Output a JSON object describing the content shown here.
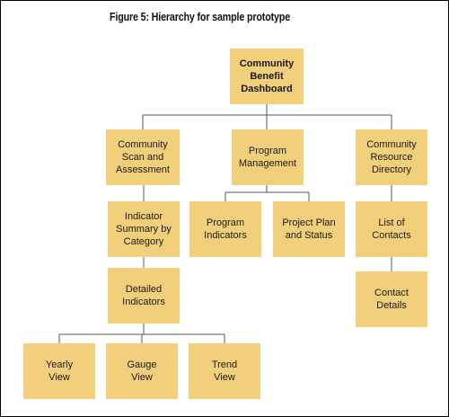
{
  "figure_caption": "Figure 5: Hierarchy for sample prototype",
  "colors": {
    "box_fill": "#f2cf7a",
    "line": "#555555",
    "text": "#1a1a1a"
  },
  "nodes": {
    "root": {
      "lines": [
        "Community",
        "Benefit",
        "Dashboard"
      ]
    },
    "scan": {
      "lines": [
        "Community",
        "Scan and",
        "Assessment"
      ]
    },
    "program": {
      "lines": [
        "Program",
        "Management"
      ]
    },
    "directory": {
      "lines": [
        "Community",
        "Resource",
        "Directory"
      ]
    },
    "indicator_summary": {
      "lines": [
        "Indicator",
        "Summary by",
        "Category"
      ]
    },
    "program_indicators": {
      "lines": [
        "Program",
        "Indicators"
      ]
    },
    "project_plan": {
      "lines": [
        "Project Plan",
        "and Status"
      ]
    },
    "contacts": {
      "lines": [
        "List of",
        "Contacts"
      ]
    },
    "detailed": {
      "lines": [
        "Detailed",
        "Indicators"
      ]
    },
    "contact_details": {
      "lines": [
        "Contact",
        "Details"
      ]
    },
    "yearly": {
      "lines": [
        "Yearly",
        "View"
      ]
    },
    "gauge": {
      "lines": [
        "Gauge",
        "View"
      ]
    },
    "trend": {
      "lines": [
        "Trend",
        "View"
      ]
    }
  }
}
